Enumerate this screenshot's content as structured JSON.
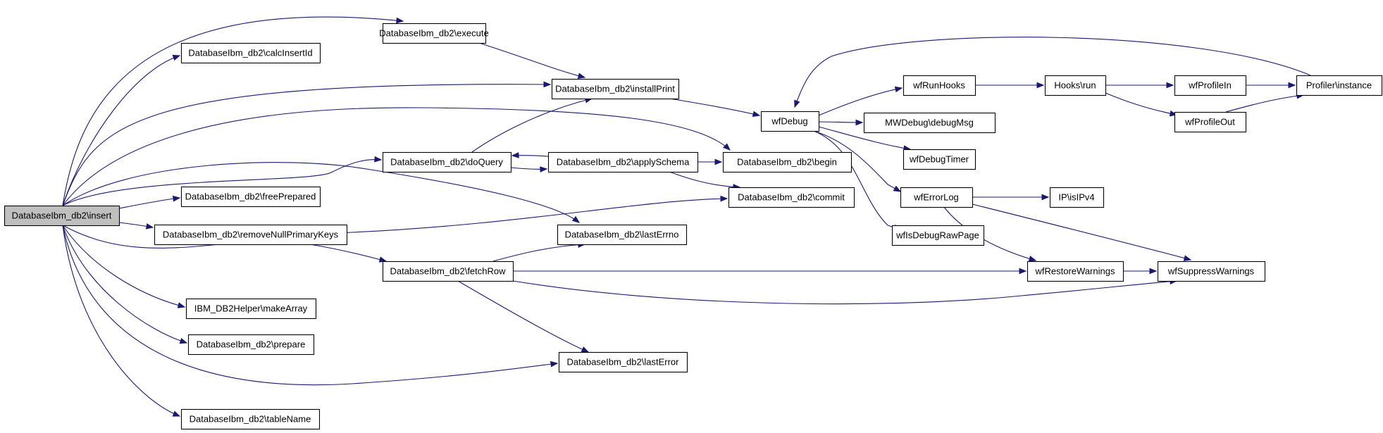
{
  "graph": {
    "root": "n_insert",
    "nodes": [
      {
        "id": "n_insert",
        "label": "DatabaseIbm_db2\\insert"
      },
      {
        "id": "n_execute",
        "label": "DatabaseIbm_db2\\execute"
      },
      {
        "id": "n_calcInsertId",
        "label": "DatabaseIbm_db2\\calcInsertId"
      },
      {
        "id": "n_installPrint",
        "label": "DatabaseIbm_db2\\installPrint"
      },
      {
        "id": "n_doQuery",
        "label": "DatabaseIbm_db2\\doQuery"
      },
      {
        "id": "n_applySchema",
        "label": "DatabaseIbm_db2\\applySchema"
      },
      {
        "id": "n_begin",
        "label": "DatabaseIbm_db2\\begin"
      },
      {
        "id": "n_freePrepared",
        "label": "DatabaseIbm_db2\\freePrepared"
      },
      {
        "id": "n_commit",
        "label": "DatabaseIbm_db2\\commit"
      },
      {
        "id": "n_removeNullPrimaryKeys",
        "label": "DatabaseIbm_db2\\removeNullPrimaryKeys"
      },
      {
        "id": "n_lastErrno",
        "label": "DatabaseIbm_db2\\lastErrno"
      },
      {
        "id": "n_fetchRow",
        "label": "DatabaseIbm_db2\\fetchRow"
      },
      {
        "id": "n_makeArray",
        "label": "IBM_DB2Helper\\makeArray"
      },
      {
        "id": "n_prepare",
        "label": "DatabaseIbm_db2\\prepare"
      },
      {
        "id": "n_lastError",
        "label": "DatabaseIbm_db2\\lastError"
      },
      {
        "id": "n_tableName",
        "label": "DatabaseIbm_db2\\tableName"
      },
      {
        "id": "n_wfDebug",
        "label": "wfDebug"
      },
      {
        "id": "n_wfRunHooks",
        "label": "wfRunHooks"
      },
      {
        "id": "n_MWDebug",
        "label": "MWDebug\\debugMsg"
      },
      {
        "id": "n_wfDebugTimer",
        "label": "wfDebugTimer"
      },
      {
        "id": "n_wfErrorLog",
        "label": "wfErrorLog"
      },
      {
        "id": "n_wfIsDebugRawPage",
        "label": "wfIsDebugRawPage"
      },
      {
        "id": "n_HooksRun",
        "label": "Hooks\\run"
      },
      {
        "id": "n_IPisIPv4",
        "label": "IP\\isIPv4"
      },
      {
        "id": "n_wfRestoreWarnings",
        "label": "wfRestoreWarnings"
      },
      {
        "id": "n_wfSuppressWarnings",
        "label": "wfSuppressWarnings"
      },
      {
        "id": "n_wfProfileIn",
        "label": "wfProfileIn"
      },
      {
        "id": "n_wfProfileOut",
        "label": "wfProfileOut"
      },
      {
        "id": "n_Profiler",
        "label": "Profiler\\instance"
      }
    ],
    "edges": [
      {
        "from": "n_insert",
        "to": "n_execute"
      },
      {
        "from": "n_insert",
        "to": "n_calcInsertId"
      },
      {
        "from": "n_insert",
        "to": "n_installPrint"
      },
      {
        "from": "n_insert",
        "to": "n_begin"
      },
      {
        "from": "n_insert",
        "to": "n_doQuery"
      },
      {
        "from": "n_insert",
        "to": "n_freePrepared"
      },
      {
        "from": "n_insert",
        "to": "n_lastErrno"
      },
      {
        "from": "n_insert",
        "to": "n_commit"
      },
      {
        "from": "n_insert",
        "to": "n_removeNullPrimaryKeys"
      },
      {
        "from": "n_insert",
        "to": "n_makeArray"
      },
      {
        "from": "n_insert",
        "to": "n_prepare"
      },
      {
        "from": "n_insert",
        "to": "n_lastError"
      },
      {
        "from": "n_insert",
        "to": "n_tableName"
      },
      {
        "from": "n_execute",
        "to": "n_installPrint"
      },
      {
        "from": "n_installPrint",
        "to": "n_wfDebug"
      },
      {
        "from": "n_doQuery",
        "to": "n_installPrint"
      },
      {
        "from": "n_doQuery",
        "to": "n_applySchema"
      },
      {
        "from": "n_applySchema",
        "to": "n_doQuery"
      },
      {
        "from": "n_applySchema",
        "to": "n_begin"
      },
      {
        "from": "n_applySchema",
        "to": "n_commit"
      },
      {
        "from": "n_removeNullPrimaryKeys",
        "to": "n_fetchRow"
      },
      {
        "from": "n_fetchRow",
        "to": "n_lastErrno"
      },
      {
        "from": "n_fetchRow",
        "to": "n_lastError"
      },
      {
        "from": "n_fetchRow",
        "to": "n_wfRestoreWarnings"
      },
      {
        "from": "n_fetchRow",
        "to": "n_wfSuppressWarnings"
      },
      {
        "from": "n_wfDebug",
        "to": "n_wfRunHooks"
      },
      {
        "from": "n_wfDebug",
        "to": "n_MWDebug"
      },
      {
        "from": "n_wfDebug",
        "to": "n_wfDebugTimer"
      },
      {
        "from": "n_wfDebug",
        "to": "n_wfErrorLog"
      },
      {
        "from": "n_wfDebug",
        "to": "n_wfIsDebugRawPage"
      },
      {
        "from": "n_wfRunHooks",
        "to": "n_HooksRun"
      },
      {
        "from": "n_HooksRun",
        "to": "n_wfProfileIn"
      },
      {
        "from": "n_HooksRun",
        "to": "n_wfProfileOut"
      },
      {
        "from": "n_wfProfileIn",
        "to": "n_Profiler"
      },
      {
        "from": "n_wfProfileOut",
        "to": "n_Profiler"
      },
      {
        "from": "n_Profiler",
        "to": "n_wfDebug"
      },
      {
        "from": "n_wfErrorLog",
        "to": "n_IPisIPv4"
      },
      {
        "from": "n_wfErrorLog",
        "to": "n_wfRestoreWarnings"
      },
      {
        "from": "n_wfErrorLog",
        "to": "n_wfSuppressWarnings"
      },
      {
        "from": "n_wfRestoreWarnings",
        "to": "n_wfSuppressWarnings"
      }
    ]
  },
  "colors": {
    "edge": "#191970",
    "node_border": "#000000",
    "node_fill": "#ffffff",
    "root_fill": "#bfbfbf"
  }
}
